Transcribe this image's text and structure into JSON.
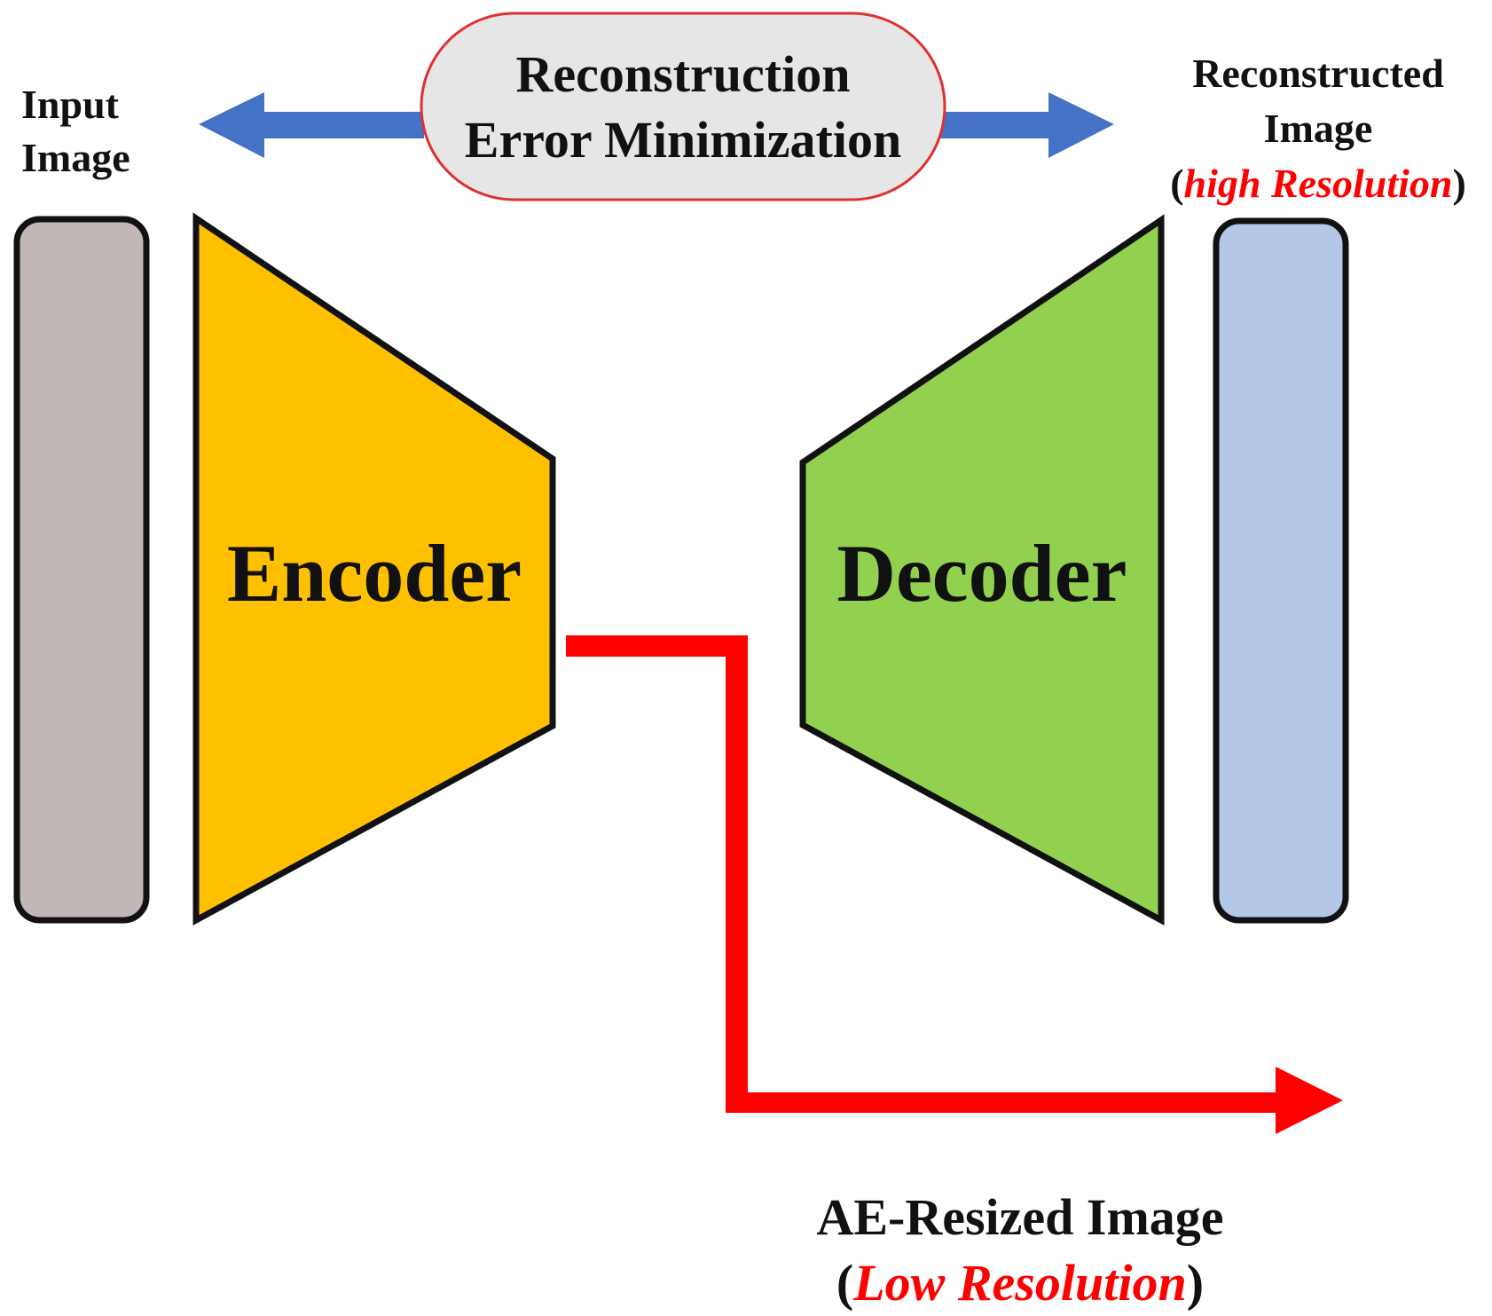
{
  "colors": {
    "input_block": "#c1b8b5",
    "encoder": "#ffc000",
    "decoder": "#92d050",
    "output_block": "#b4c7e7",
    "error_pill_fill": "#e6e6e6",
    "error_pill_border": "#e03030",
    "blue_arrows": "#4472c4",
    "red_path": "#ff0000",
    "outline": "#111111"
  },
  "labels": {
    "input_line1": "Input",
    "input_line2": "Image",
    "error_line1": "Reconstruction",
    "error_line2": "Error Minimization",
    "recon_line1": "Reconstructed",
    "recon_line2": "Image",
    "recon_paren_open": "(",
    "recon_resolution": "high Resolution",
    "recon_paren_close": ")",
    "encoder": "Encoder",
    "decoder": "Decoder",
    "output_line1": "AE-Resized Image",
    "output_paren_open": "(",
    "output_resolution": "Low Resolution",
    "output_paren_close": ")"
  },
  "icons": [
    "left-arrow-icon",
    "right-arrow-icon",
    "elbow-arrow-icon"
  ]
}
